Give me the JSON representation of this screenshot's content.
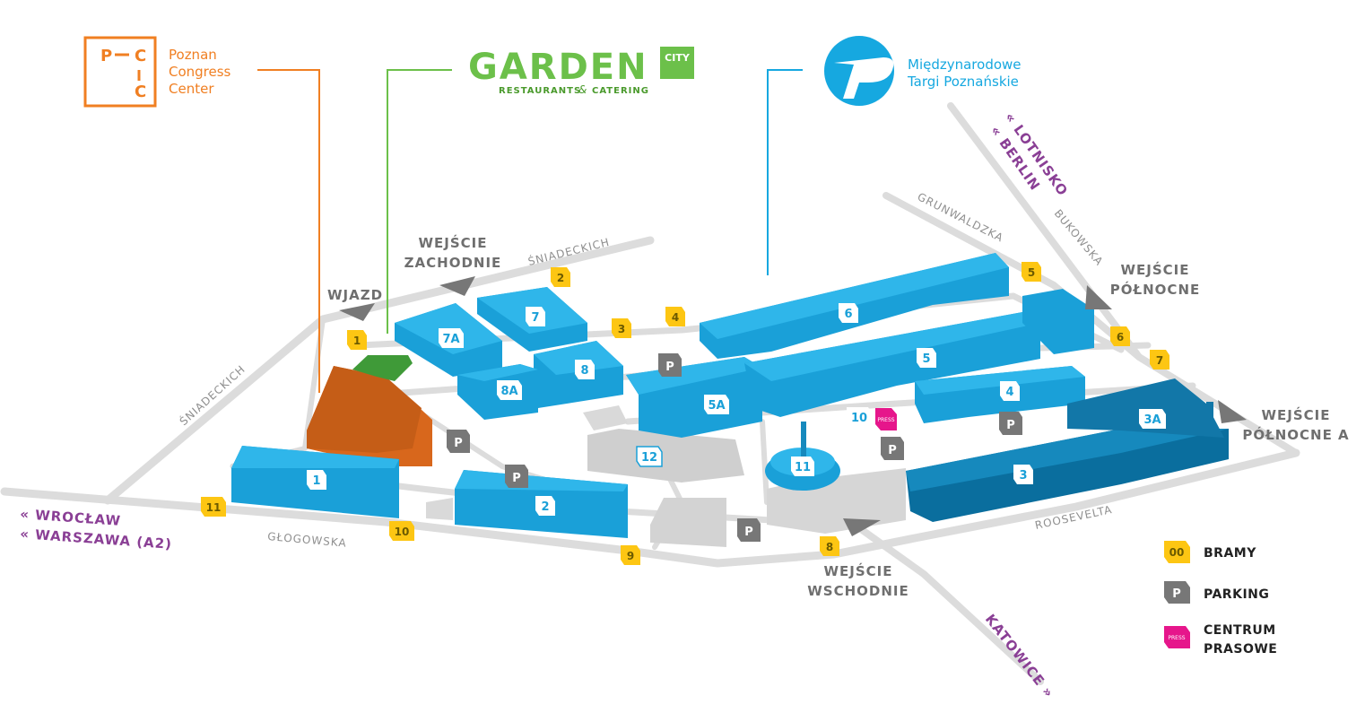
{
  "logos": {
    "pcc": {
      "mark": [
        "P",
        "C",
        "C"
      ],
      "line1": "Poznan",
      "line2": "Congress",
      "line3": "Center",
      "color": "#f07f22"
    },
    "garden": {
      "title": "GARDEN",
      "badge": "CITY",
      "subtitle_left": "RESTAURANTS",
      "subtitle_amp": "&",
      "subtitle_right": "CATERING",
      "color": "#6cc04a"
    },
    "mtp": {
      "line1": "Międzynarodowe",
      "line2": "Targi Poznańskie",
      "color": "#16a8e0"
    }
  },
  "streets": {
    "sniadeckich_top": "ŚNIADECKICH",
    "sniadeckich_left": "ŚNIADECKICH",
    "grunwaldzka": "GRUNWALDZKA",
    "bukowska": "BUKOWSKA",
    "glogowska": "GŁOGOWSKA",
    "roosevelta": "ROOSEVELTA",
    "katowice": "KATOWICE »"
  },
  "destinations": {
    "lotnisko": "« LOTNISKO",
    "berlin": "« BERLIN",
    "wroclaw": "« WROCŁAW",
    "warszawa": "« WARSZAWA (A2)"
  },
  "entrances": {
    "zachodnie_1": "WEJŚCIE",
    "zachodnie_2": "ZACHODNIE",
    "wjazd": "WJAZD",
    "polnocne_1": "WEJŚCIE",
    "polnocne_2": "PÓŁNOCNE",
    "polnocne_a_1": "WEJŚCIE",
    "polnocne_a_2": "PÓŁNOCNE A",
    "wschodnie_1": "WEJŚCIE",
    "wschodnie_2": "WSCHODNIE"
  },
  "halls": [
    "1",
    "2",
    "3",
    "3A",
    "4",
    "5",
    "5A",
    "6",
    "7",
    "7A",
    "8",
    "8A",
    "11",
    "12"
  ],
  "gates": {
    "g1": "1",
    "g2": "2",
    "g3": "3",
    "g4": "4",
    "g5": "5",
    "g6": "6",
    "g7": "7",
    "g8": "8",
    "g9": "9",
    "g10": "10",
    "g11": "11",
    "g10b": "10"
  },
  "parking_symbol": "P",
  "press_label": "PRESS",
  "legend": {
    "gate_sample": "00",
    "bramy": "BRAMY",
    "parking_symbol": "P",
    "parking": "PARKING",
    "press_sample": "PRESS",
    "centrum_1": "CENTRUM",
    "centrum_2": "PRASOWE"
  },
  "colors": {
    "hall": "#1aa0d8",
    "hall_dark": "#0a6e9e",
    "hall_top": "#2fb6ea",
    "gate": "#fdc613",
    "parking": "#777777",
    "press": "#e6168b",
    "pcc": "#f07f22",
    "garden": "#6cc04a",
    "mtp": "#16a8e0",
    "destination": "#8a3f95"
  }
}
